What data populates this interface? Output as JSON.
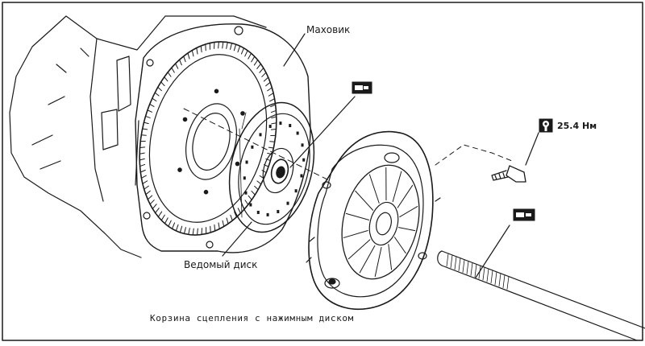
{
  "labels": {
    "flywheel": "Маховик",
    "driven_disc": "Ведомый диск",
    "clutch_cover": "Корзина сцепления с нажимным диском",
    "torque": "25.4 Нм"
  },
  "icons": {
    "lube_disc": "grease-symbol-icon",
    "lube_shaft": "grease-symbol-icon",
    "torque": "torque-wrench-icon"
  },
  "colors": {
    "line": "#1a1a1a",
    "background": "#ffffff"
  }
}
